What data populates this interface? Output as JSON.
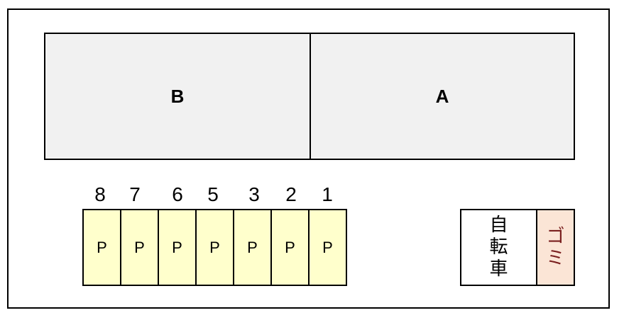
{
  "buildings": {
    "b": "B",
    "a": "A"
  },
  "parking": {
    "numbers": [
      "8",
      "7",
      "6",
      "5",
      "3",
      "2",
      "1"
    ],
    "stall_label": "P",
    "stall_color": "#ffffcc"
  },
  "facilities": {
    "bicycle": "自\n転\n車",
    "trash": "ゴ\nミ",
    "trash_color": "#fbe5d6"
  }
}
